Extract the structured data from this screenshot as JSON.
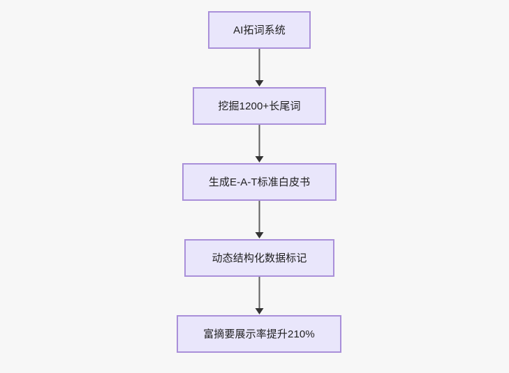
{
  "diagram": {
    "type": "flowchart",
    "orientation": "top-to-bottom",
    "background_color": "#f7f7f7",
    "node_fill_color": "#e9e6fb",
    "node_border_color": "#a98fd9",
    "node_text_color": "#1f1f1f",
    "edge_color": "#5f5f5f",
    "arrowhead_color": "#333333",
    "nodes": [
      {
        "id": "n1",
        "label": "AI拓词系统"
      },
      {
        "id": "n2",
        "label": "挖掘1200+长尾词"
      },
      {
        "id": "n3",
        "label": "生成E-A-T标准白皮书"
      },
      {
        "id": "n4",
        "label": "动态结构化数据标记"
      },
      {
        "id": "n5",
        "label": "富摘要展示率提升210%"
      }
    ],
    "edges": [
      {
        "from": "n1",
        "to": "n2",
        "label": ""
      },
      {
        "from": "n2",
        "to": "n3",
        "label": ""
      },
      {
        "from": "n3",
        "to": "n4",
        "label": ""
      },
      {
        "from": "n4",
        "to": "n5",
        "label": ""
      }
    ]
  }
}
